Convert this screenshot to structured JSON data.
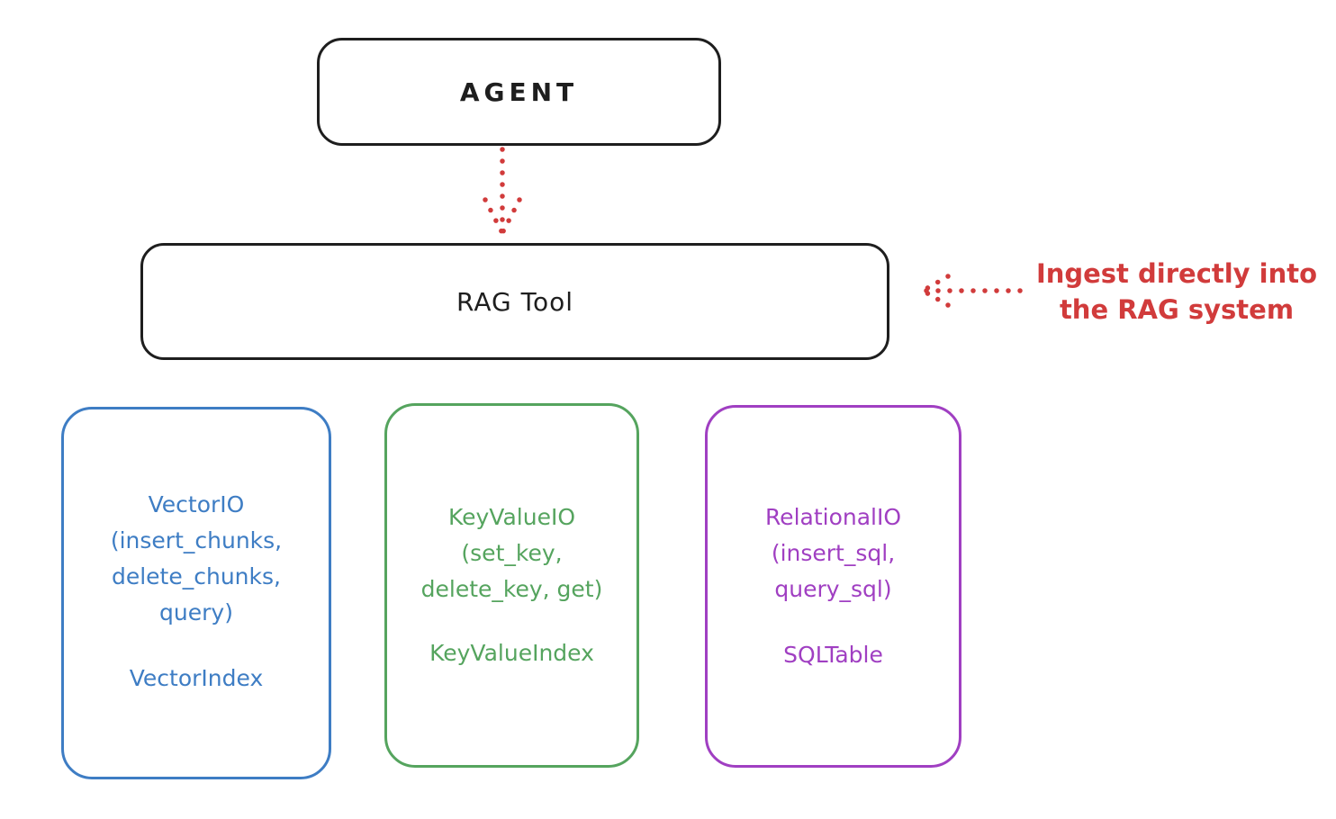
{
  "colors": {
    "background": "#ffffff",
    "stroke_black": "#1e1e1e",
    "red": "#d13b3b",
    "blue": "#3e7dc4",
    "green": "#55a45e",
    "purple": "#a03fc2"
  },
  "agent_box": {
    "label": "AGENT"
  },
  "rag_box": {
    "label": "RAG Tool"
  },
  "annotation": {
    "line1": "Ingest directly into",
    "line2": "the RAG system",
    "color": "#d13b3b"
  },
  "connections": [
    {
      "from": "AGENT",
      "to": "RAG Tool",
      "style": "dotted-arrow",
      "direction": "down",
      "color": "#d13b3b"
    },
    {
      "from": "Ingest directly into the RAG system",
      "to": "RAG Tool",
      "style": "dotted-arrow",
      "direction": "left",
      "color": "#d13b3b"
    }
  ],
  "io_boxes": [
    {
      "name": "vector-io",
      "color": "#3e7dc4",
      "methods": "VectorIO\n(insert_chunks,\ndelete_chunks,\nquery)",
      "index": "VectorIndex"
    },
    {
      "name": "keyvalue-io",
      "color": "#55a45e",
      "methods": "KeyValueIO\n(set_key,\ndelete_key, get)",
      "index": "KeyValueIndex"
    },
    {
      "name": "relational-io",
      "color": "#a03fc2",
      "methods": "RelationalIO\n(insert_sql,\nquery_sql)",
      "index": "SQLTable"
    }
  ]
}
